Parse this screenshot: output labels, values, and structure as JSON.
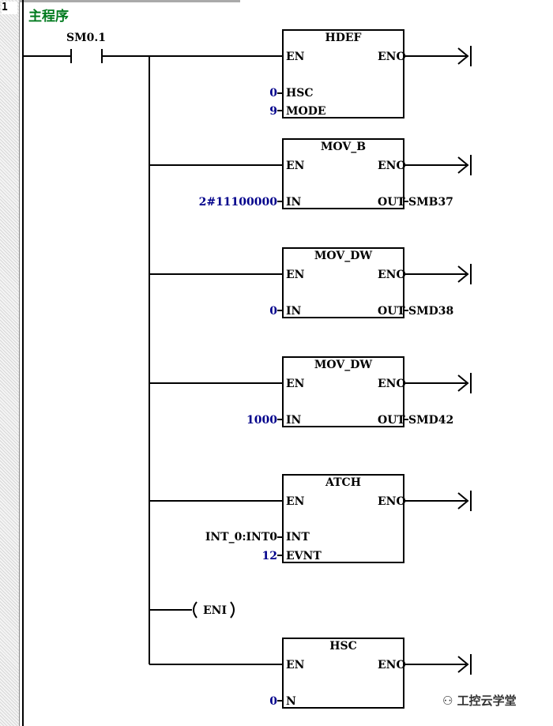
{
  "rung_number": "1",
  "title": "主程序",
  "contact": {
    "label": "SM0.1"
  },
  "blocks": [
    {
      "name": "HDEF",
      "en": "EN",
      "eno": "ENO",
      "inputs": [
        {
          "value": "0",
          "pin": "HSC"
        },
        {
          "value": "9",
          "pin": "MODE"
        }
      ],
      "outputs": []
    },
    {
      "name": "MOV_B",
      "en": "EN",
      "eno": "ENO",
      "inputs": [
        {
          "value": "2#11100000",
          "pin": "IN"
        }
      ],
      "outputs": [
        {
          "pin": "OUT",
          "value": "SMB37"
        }
      ]
    },
    {
      "name": "MOV_DW",
      "en": "EN",
      "eno": "ENO",
      "inputs": [
        {
          "value": "0",
          "pin": "IN"
        }
      ],
      "outputs": [
        {
          "pin": "OUT",
          "value": "SMD38"
        }
      ]
    },
    {
      "name": "MOV_DW",
      "en": "EN",
      "eno": "ENO",
      "inputs": [
        {
          "value": "1000",
          "pin": "IN"
        }
      ],
      "outputs": [
        {
          "pin": "OUT",
          "value": "SMD42"
        }
      ]
    },
    {
      "name": "ATCH",
      "en": "EN",
      "eno": "ENO",
      "inputs": [
        {
          "value": "INT_0:INT0",
          "pin": "INT"
        },
        {
          "value": "12",
          "pin": "EVNT"
        }
      ],
      "outputs": []
    },
    {
      "name": "HSC",
      "en": "EN",
      "eno": "ENO",
      "inputs": [
        {
          "value": "0",
          "pin": "N"
        }
      ],
      "outputs": []
    }
  ],
  "eni_coil": {
    "label": "ENI"
  },
  "watermark": "工控云学堂",
  "colors": {
    "title": "#007a1e",
    "operand": "#00008b",
    "line": "#000000"
  }
}
